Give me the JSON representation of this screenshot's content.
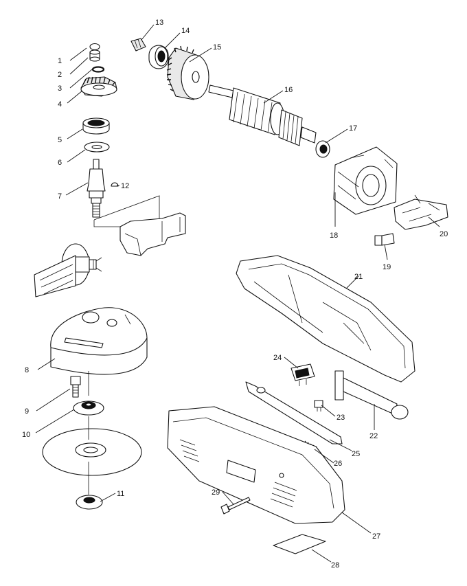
{
  "labels": [
    "1",
    "2",
    "3",
    "4",
    "5",
    "6",
    "7",
    "8",
    "9",
    "10",
    "11",
    "12",
    "13",
    "14",
    "15",
    "16",
    "17",
    "18",
    "19",
    "20",
    "21",
    "22",
    "23",
    "24",
    "25",
    "26",
    "27",
    "28",
    "29"
  ],
  "parts": [
    {
      "id": "part-1",
      "name": "cap-icon"
    },
    {
      "id": "part-2",
      "name": "needle-bearing-icon"
    },
    {
      "id": "part-3",
      "name": "retaining-ring-icon"
    },
    {
      "id": "part-4",
      "name": "spiral-bevel-gear-icon"
    },
    {
      "id": "part-5",
      "name": "ball-bearing-icon"
    },
    {
      "id": "part-6",
      "name": "washer-icon"
    },
    {
      "id": "part-7",
      "name": "spindle-icon"
    },
    {
      "id": "part-8",
      "name": "wheel-guard-icon"
    },
    {
      "id": "part-9",
      "name": "hex-bolt-icon"
    },
    {
      "id": "part-10",
      "name": "inner-flange-icon"
    },
    {
      "id": "part-11",
      "name": "lock-nut-icon"
    },
    {
      "id": "part-12",
      "name": "woodruff-key-icon"
    },
    {
      "id": "part-13",
      "name": "rubber-ring-icon"
    },
    {
      "id": "part-14",
      "name": "ball-bearing-icon"
    },
    {
      "id": "part-15",
      "name": "spiral-bevel-gear-icon"
    },
    {
      "id": "part-16",
      "name": "armature-icon"
    },
    {
      "id": "part-17",
      "name": "ball-bearing-icon"
    },
    {
      "id": "part-18",
      "name": "field-icon"
    },
    {
      "id": "part-19",
      "name": "carbon-brush-icon"
    },
    {
      "id": "part-20",
      "name": "brush-holder-icon"
    },
    {
      "id": "part-21",
      "name": "motor-housing-icon"
    },
    {
      "id": "part-22",
      "name": "side-grip-icon"
    },
    {
      "id": "part-23",
      "name": "terminal-icon"
    },
    {
      "id": "part-24",
      "name": "switch-icon"
    },
    {
      "id": "part-25",
      "name": "switch-lever-icon"
    },
    {
      "id": "part-26",
      "name": "compression-spring-icon"
    },
    {
      "id": "part-27",
      "name": "rear-cover-icon"
    },
    {
      "id": "part-28",
      "name": "name-plate-icon"
    },
    {
      "id": "part-29",
      "name": "tapping-screw-icon"
    }
  ]
}
